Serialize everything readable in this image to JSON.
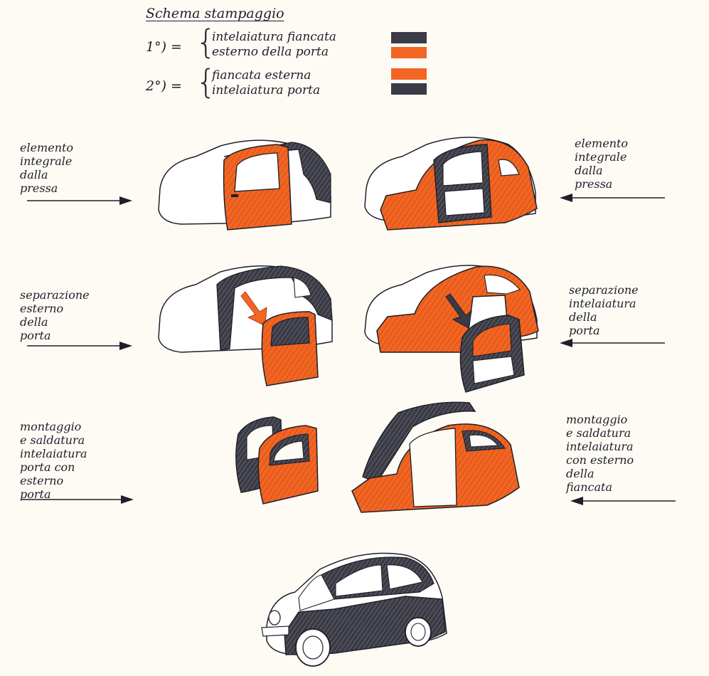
{
  "title": "Schema stampaggio",
  "legend": [
    {
      "number": "1°) =",
      "items": [
        {
          "text": "intelaiatura fiancata",
          "color": "#3a3b45"
        },
        {
          "text": "esterno della porta",
          "color": "#f26522"
        }
      ]
    },
    {
      "number": "2°) =",
      "items": [
        {
          "text": "fiancata esterna",
          "color": "#f26522"
        },
        {
          "text": "intelaiatura porta",
          "color": "#3a3b45"
        }
      ]
    }
  ],
  "steps": {
    "left": [
      {
        "label": "elemento\nintegrale\ndalla\npressa"
      },
      {
        "label": "separazione\nesterno\ndella\nporta"
      },
      {
        "label": "montaggio\ne saldatura\nintelaiatura\nporta con\nesterno\nporta"
      }
    ],
    "right": [
      {
        "label": "elemento\nintegrale\ndalla\npressa"
      },
      {
        "label": "separazione\nintelaiatura\ndella\nporta"
      },
      {
        "label": "montaggio\ne saldatura\nintelaiatura\ncon esterno\ndella\nfiancata"
      }
    ]
  },
  "colors": {
    "orange": "#f26522",
    "dark": "#3a3b45",
    "ink": "#1f1f2a",
    "paper": "#fdfbf4"
  },
  "icons": [
    "arrow-right-icon",
    "arrow-left-icon",
    "car-body-illustration",
    "door-illustration",
    "arrow-down-icon"
  ]
}
